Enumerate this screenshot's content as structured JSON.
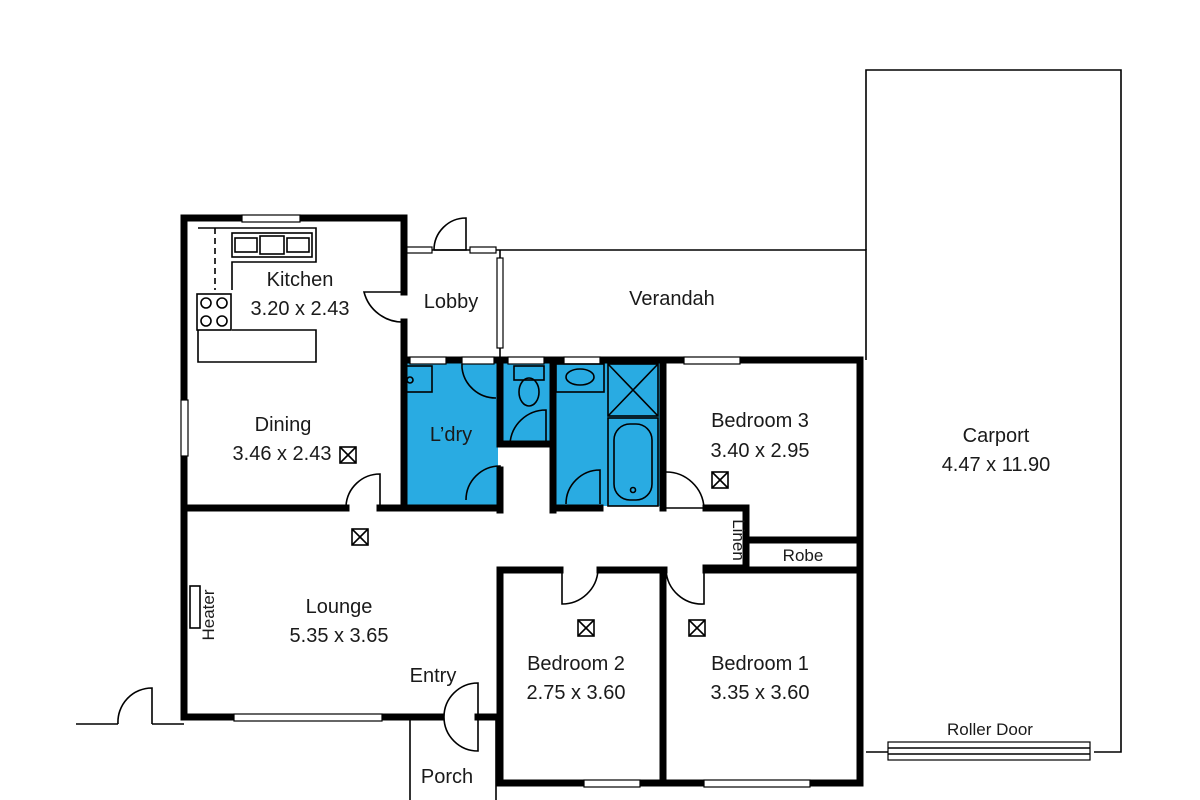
{
  "plan": {
    "rooms": {
      "kitchen": {
        "name": "Kitchen",
        "dims": "3.20 x 2.43"
      },
      "lobby": {
        "name": "Lobby"
      },
      "verandah": {
        "name": "Verandah"
      },
      "dining": {
        "name": "Dining",
        "dims": "3.46 x 2.43"
      },
      "laundry": {
        "name": "L’dry"
      },
      "bedroom3": {
        "name": "Bedroom 3",
        "dims": "3.40 x 2.95"
      },
      "carport": {
        "name": "Carport",
        "dims": "4.47 x 11.90"
      },
      "linen": {
        "name": "Linen"
      },
      "robe": {
        "name": "Robe"
      },
      "lounge": {
        "name": "Lounge",
        "dims": "5.35 x 3.65"
      },
      "heater": {
        "name": "Heater"
      },
      "entry": {
        "name": "Entry"
      },
      "bedroom2": {
        "name": "Bedroom 2",
        "dims": "2.75 x 3.60"
      },
      "bedroom1": {
        "name": "Bedroom 1",
        "dims": "3.35 x 3.60"
      },
      "porch": {
        "name": "Porch"
      },
      "roller_door": {
        "name": "Roller Door"
      }
    },
    "colors": {
      "wet_area": "#29abe2",
      "walls": "#000000"
    }
  }
}
